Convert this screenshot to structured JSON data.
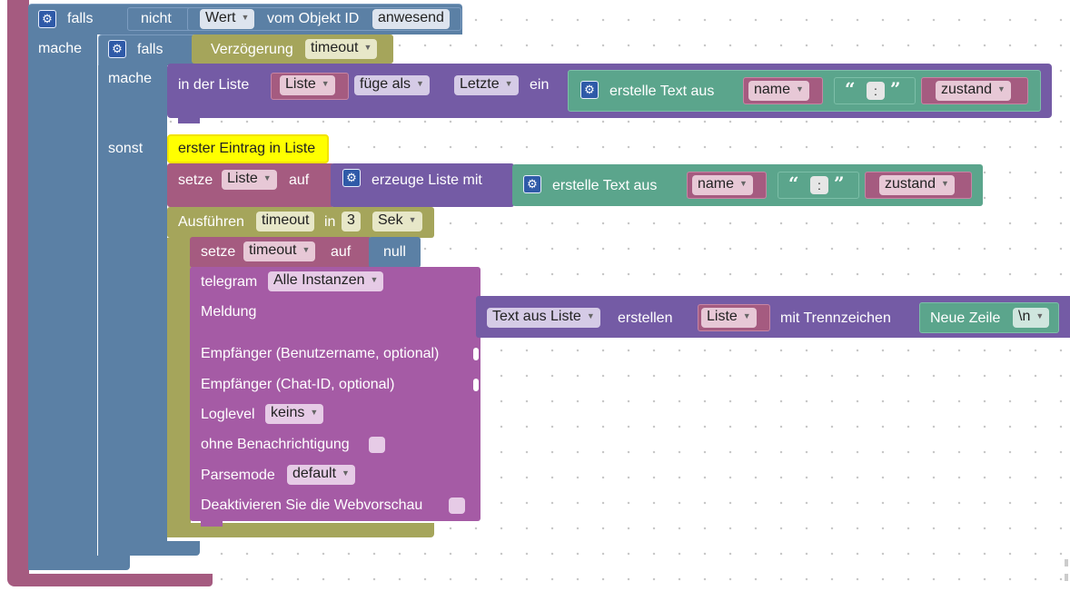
{
  "colors": {
    "outer": "#a55b80",
    "logic": "#5b80a5",
    "loop": "#a5a55b",
    "list": "#745ba5",
    "text": "#5ba58c",
    "var": "#a55b80",
    "telegram": "#a55ba5",
    "comment": "#ffff00"
  },
  "if_outer": {
    "falls": "falls",
    "nicht": "nicht",
    "wert": "Wert",
    "vom_objekt": "vom Objekt ID",
    "object": "anwesend",
    "mache": "mache"
  },
  "if_inner": {
    "falls": "falls",
    "verzoegerung": "Verzögerung",
    "timeout_var": "timeout",
    "mache": "mache",
    "sonst": "sonst"
  },
  "list_insert": {
    "in_der_liste": "in der Liste",
    "liste": "Liste",
    "fuege_als": "füge als",
    "letzte": "Letzte",
    "ein": "ein",
    "text_join": {
      "label": "erstelle Text aus",
      "name": "name",
      "colon": ":",
      "zustand": "zustand"
    }
  },
  "comment": "erster Eintrag in Liste",
  "set_list": {
    "setze": "setze",
    "var": "Liste",
    "auf": "auf",
    "erzeuge": "erzeuge Liste mit",
    "text_join": {
      "label": "erstelle Text aus",
      "name": "name",
      "colon": ":",
      "zustand": "zustand"
    }
  },
  "timeout_block": {
    "ausfuehren": "Ausführen",
    "var": "timeout",
    "in": "in",
    "value": "3",
    "unit": "Sek"
  },
  "set_timeout": {
    "setze": "setze",
    "var": "timeout",
    "auf": "auf",
    "null": "null"
  },
  "telegram": {
    "label": "telegram",
    "instances": "Alle Instanzen",
    "meldung": "Meldung",
    "empfaenger_user": "Empfänger (Benutzername, optional)",
    "empfaenger_chat": "Empfänger (Chat-ID, optional)",
    "loglevel": "Loglevel",
    "loglevel_value": "keins",
    "ohne": "ohne Benachrichtigung",
    "parsemode": "Parsemode",
    "parsemode_value": "default",
    "deaktivieren": "Deaktivieren Sie die Webvorschau"
  },
  "text_from_list": {
    "mode": "Text aus Liste",
    "erstellen": "erstellen",
    "liste": "Liste",
    "mit_trenn": "mit Trennzeichen",
    "neue_zeile": "Neue Zeile",
    "newline": "\\n"
  }
}
